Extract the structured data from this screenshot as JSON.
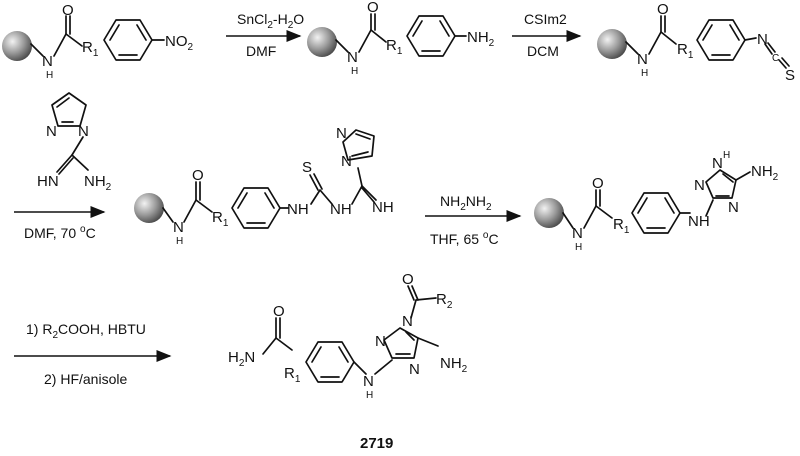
{
  "scheme": {
    "row1": {
      "sm": {
        "r1": "R",
        "r1_sub": "1",
        "nitro": "NO",
        "nitro_sub": "2",
        "nh": "N",
        "h": "H",
        "o": "O"
      },
      "arrow1": {
        "reagent_top": "SnCl",
        "reagent_top_sub": "2",
        "reagent_top_tail": "-H",
        "reagent_top_sub2": "2",
        "reagent_top_end": "O",
        "reagent_bottom": "DMF"
      },
      "p1": {
        "r1": "R",
        "r1_sub": "1",
        "amine": "NH",
        "amine_sub": "2",
        "nh": "N",
        "h": "H",
        "o": "O"
      },
      "arrow2": {
        "reagent_top": "CSIm2",
        "reagent_bottom": "DCM"
      },
      "p2": {
        "r1": "R",
        "r1_sub": "1",
        "n": "N",
        "c": "C",
        "s": "S",
        "nh": "N",
        "h": "H",
        "o": "O"
      }
    },
    "row2": {
      "reagent": {
        "n1": "N",
        "n2": "N",
        "hn": "HN",
        "nh2": "NH",
        "nh2_sub": "2"
      },
      "arrow": {
        "reagent_bottom": "DMF, 70 ",
        "deg": "o",
        "unit": "C"
      },
      "p3": {
        "r1": "R",
        "r1_sub": "1",
        "s": "S",
        "nh1": "NH",
        "nh2": "NH",
        "nh3": "NH",
        "n1": "N",
        "n2": "N",
        "nh": "N",
        "h": "H",
        "o": "O"
      },
      "arrow2": {
        "reagent_top": "NH",
        "reagent_top_sub": "2",
        "reagent_top_tail": "NH",
        "reagent_top_sub2": "2",
        "reagent_bottom": "THF, 65 ",
        "deg": "o",
        "unit": "C"
      },
      "p4": {
        "r1": "R",
        "r1_sub": "1",
        "n_top": "N",
        "h_top": "H",
        "n_left": "N",
        "n_bottom": "N",
        "nh2": "NH",
        "nh2_sub": "2",
        "nh_link": "NH",
        "nh": "N",
        "h": "H",
        "o": "O"
      }
    },
    "row3": {
      "arrow": {
        "step1": "1) R",
        "step1_sub": "2",
        "step1_tail": "COOH, HBTU",
        "step2": "2) HF/anisole"
      },
      "final": {
        "h2n": "H",
        "h2n_sub": "2",
        "h2n_tail": "N",
        "r1": "R",
        "r1_sub": "1",
        "r2": "R",
        "r2_sub": "2",
        "nh_link": "N",
        "h_link": "H",
        "n_left": "N",
        "n_bottom": "N",
        "n_top": "N",
        "nh2": "NH",
        "nh2_sub": "2",
        "o1": "O",
        "o2": "O"
      },
      "compound_id": "2719"
    }
  }
}
